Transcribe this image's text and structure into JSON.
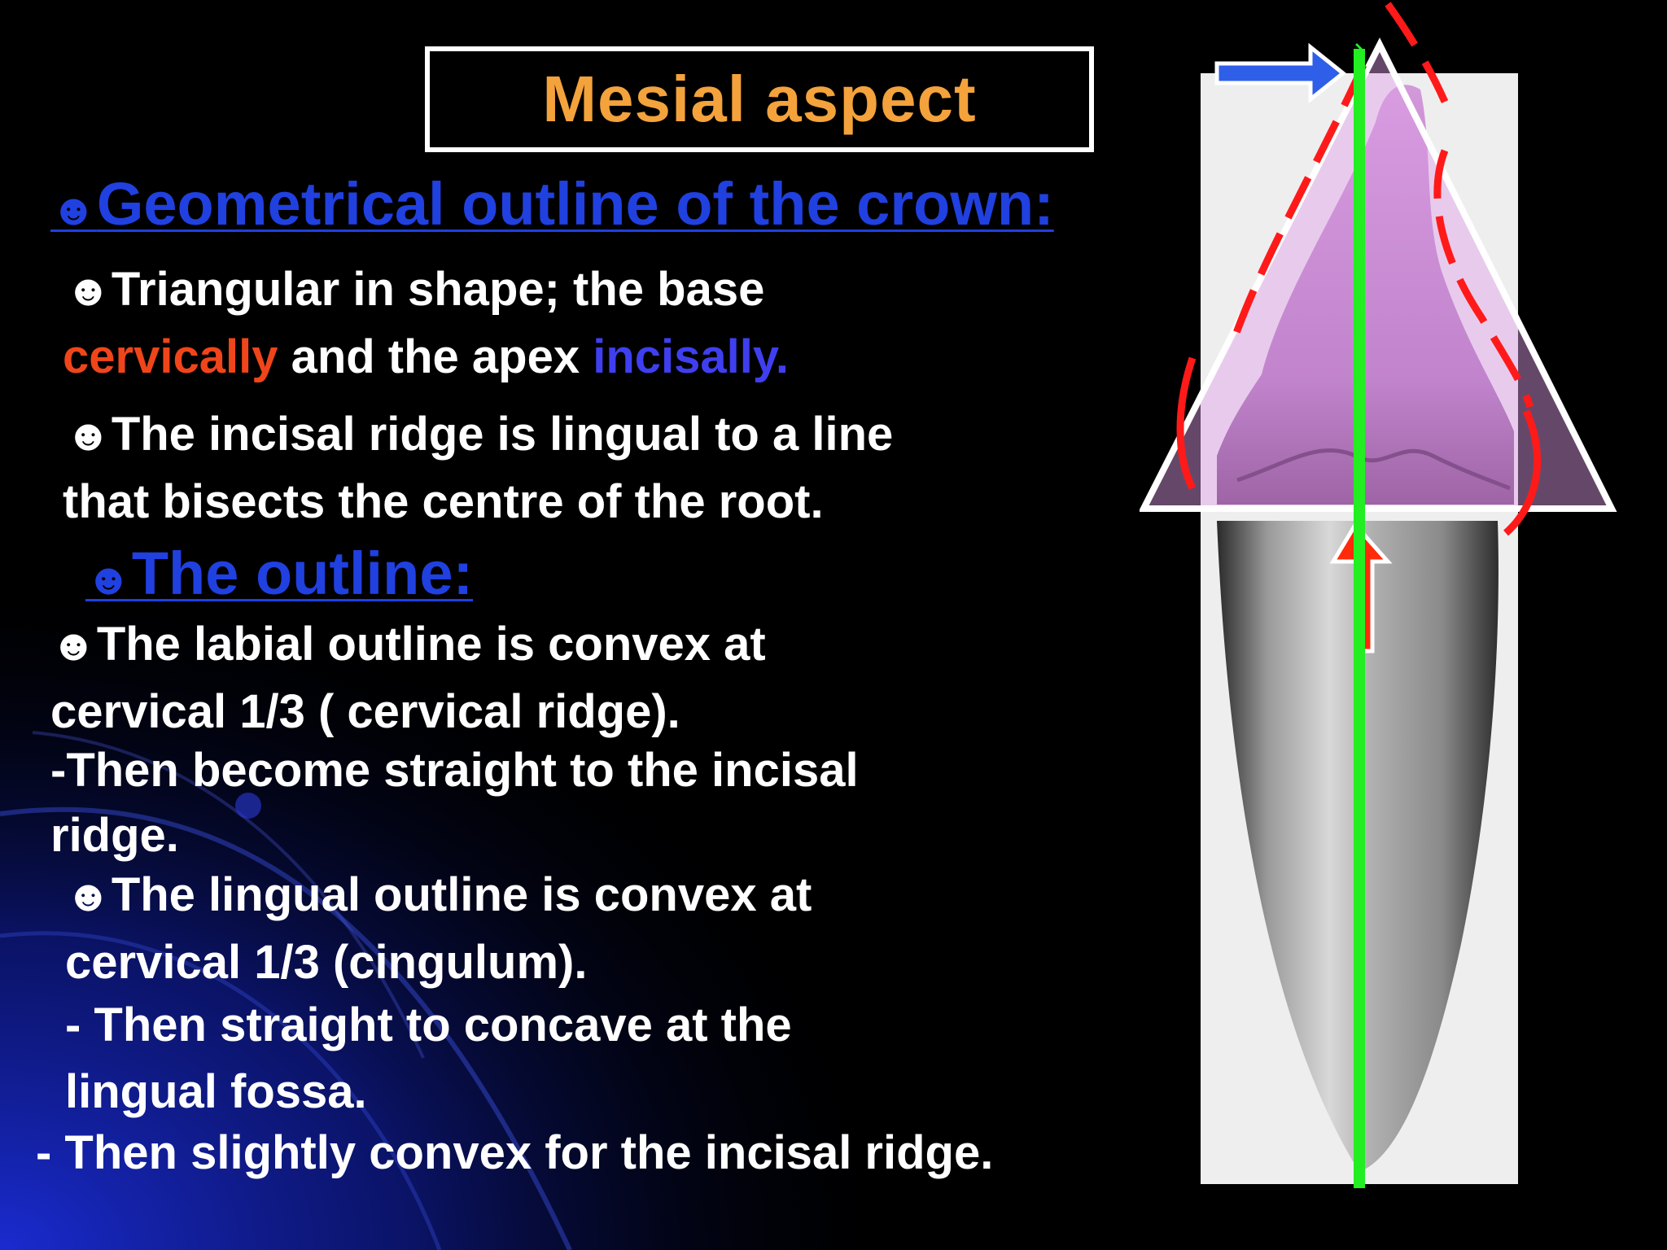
{
  "slide": {
    "title": "Mesial aspect",
    "bullet_glyph": "☻",
    "heading1": "Geometrical outline of the crown:",
    "point1": {
      "line1": "Triangular in shape; the base",
      "cervically": "cervically",
      "and_the_apex": " and the apex ",
      "incisally": "incisally."
    },
    "point2": {
      "line1": "The incisal ridge is lingual to a line",
      "line2": "that bisects the centre of the root."
    },
    "heading2": "The outline:",
    "labial": {
      "line1": "The labial outline is convex at",
      "line2": "cervical 1/3 ( cervical ridge).",
      "line3": "-Then become straight to the incisal",
      "line4": "ridge."
    },
    "lingual": {
      "line1": "The lingual outline is convex at",
      "line2": "cervical 1/3 (cingulum).",
      "line3": "- Then straight to concave at the",
      "line4": "lingual fossa.",
      "line5": "- Then slightly convex for the incisal ridge."
    }
  },
  "colors": {
    "background": "#000000",
    "title": "#f3a23c",
    "heading": "#2040e0",
    "cervical_red": "#f0451a",
    "incisal_blue": "#3f3ff0",
    "axis_line": "#22ee22",
    "crown_fill": "#c870d0",
    "outline_red": "#ff1a1a",
    "arrow_blue": "#2f5fe8"
  },
  "figure": {
    "image": "tooth-mesial-view",
    "triangle": "white-triangle",
    "axis": "green-bisecting-line",
    "arrows": [
      "blue-arrow-right",
      "red-arrow-up"
    ]
  }
}
